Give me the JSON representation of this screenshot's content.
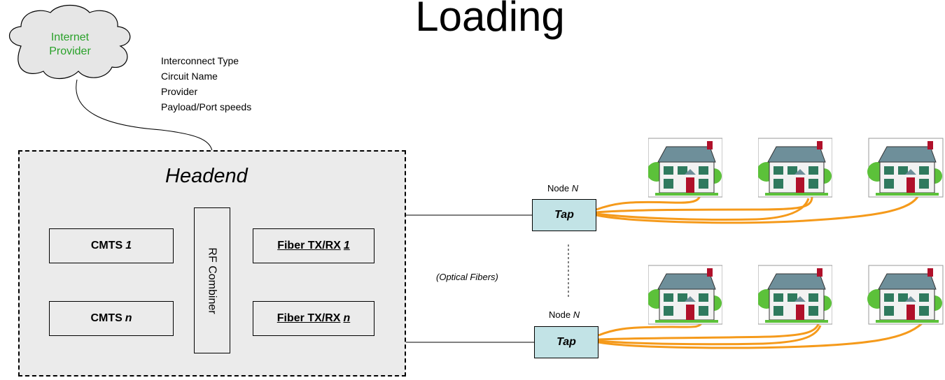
{
  "title": "Loading",
  "cloud": {
    "line1": "Internet",
    "line2": "Provider"
  },
  "info": [
    "Interconnect Type",
    "Circuit Name",
    "Provider",
    "Payload/Port speeds"
  ],
  "headend": {
    "title": "Headend",
    "cmts": [
      {
        "name": "CMTS",
        "index": "1"
      },
      {
        "name": "CMTS",
        "index": "n"
      }
    ],
    "rf_combiner": "RF Combiner",
    "fiber": [
      {
        "name": "Fiber TX/RX",
        "index": "1"
      },
      {
        "name": "Fiber TX/RX",
        "index": "n"
      }
    ]
  },
  "fibers_label": "(Optical Fibers)",
  "nodes": [
    {
      "prefix": "Node",
      "var": "N",
      "tap": "Tap"
    },
    {
      "prefix": "Node",
      "var": "N",
      "tap": "Tap"
    }
  ],
  "colors": {
    "cable": "#f59a1b",
    "tap_fill": "#c2e3e6",
    "cloud_fill": "#e6e6e6",
    "cloud_text": "#2aa12a",
    "headend_fill": "#ebebeb"
  }
}
